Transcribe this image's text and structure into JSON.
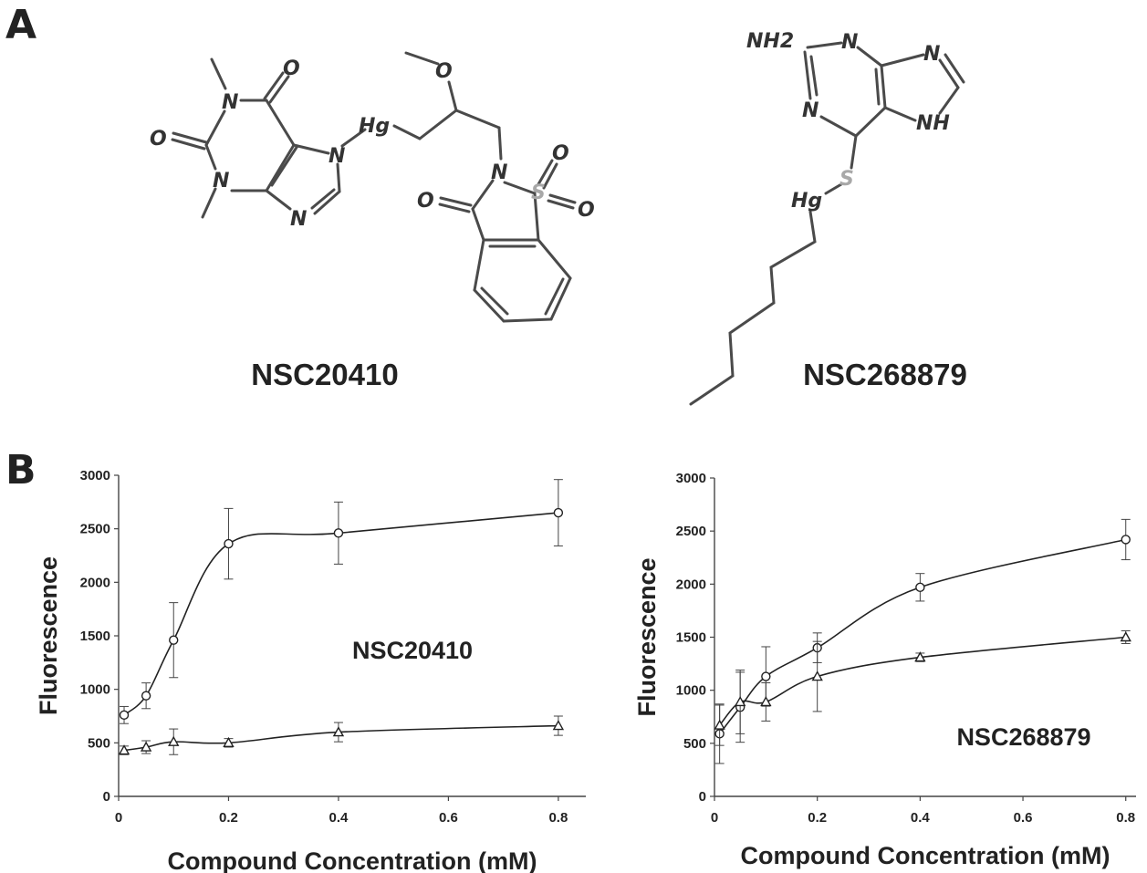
{
  "panel_labels": {
    "a": "A",
    "b": "B"
  },
  "structures": [
    {
      "name": "NSC20410",
      "atoms": {
        "n1": "N",
        "o1": "O",
        "o2": "O",
        "n3": "N",
        "n7": "N",
        "n9": "N",
        "hg": "Hg",
        "o_me": "O",
        "n_sac": "N",
        "s": "S",
        "o_s1": "O",
        "o_s2": "O",
        "o_c": "O"
      }
    },
    {
      "name": "NSC268879",
      "atoms": {
        "nh2": "NH2",
        "n1": "N",
        "n3": "N",
        "n7": "N",
        "nh9": "NH",
        "s": "S",
        "hg": "Hg"
      }
    }
  ],
  "chart_data": [
    {
      "type": "line",
      "annotation": "NSC20410",
      "xlabel": "Compound Concentration (mM)",
      "ylabel": "Fluorescence",
      "xlim": [
        0,
        0.85
      ],
      "ylim": [
        0,
        3000
      ],
      "xticks": [
        "0",
        "0.2",
        "0.4",
        "0.6",
        "0.8"
      ],
      "yticks": [
        "0",
        "500",
        "1000",
        "1500",
        "2000",
        "2500",
        "3000"
      ],
      "x": [
        0.01,
        0.05,
        0.1,
        0.2,
        0.4,
        0.8
      ],
      "series": [
        {
          "marker": "circle",
          "values": [
            760,
            940,
            1460,
            2360,
            2460,
            2650
          ],
          "errors": [
            80,
            120,
            350,
            330,
            290,
            310
          ]
        },
        {
          "marker": "triangle",
          "values": [
            430,
            460,
            510,
            500,
            600,
            660
          ],
          "errors": [
            40,
            60,
            120,
            40,
            90,
            90
          ]
        }
      ],
      "grid": false,
      "legend": "none"
    },
    {
      "type": "line",
      "annotation": "NSC268879",
      "xlabel": "Compound Concentration (mM)",
      "ylabel": "Fluorescence",
      "xlim": [
        0,
        0.82
      ],
      "ylim": [
        0,
        3000
      ],
      "xticks": [
        "0",
        "0.2",
        "0.4",
        "0.6",
        "0.8"
      ],
      "yticks": [
        "0",
        "500",
        "1000",
        "1500",
        "2000",
        "2500",
        "3000"
      ],
      "x": [
        0.01,
        0.05,
        0.1,
        0.2,
        0.4,
        0.8
      ],
      "series": [
        {
          "marker": "circle",
          "values": [
            590,
            840,
            1130,
            1400,
            1970,
            2420
          ],
          "errors": [
            280,
            330,
            280,
            140,
            130,
            190
          ]
        },
        {
          "marker": "triangle",
          "values": [
            670,
            890,
            890,
            1130,
            1310,
            1500
          ],
          "errors": [
            190,
            300,
            180,
            330,
            40,
            60
          ]
        }
      ],
      "grid": false,
      "legend": "none"
    }
  ]
}
